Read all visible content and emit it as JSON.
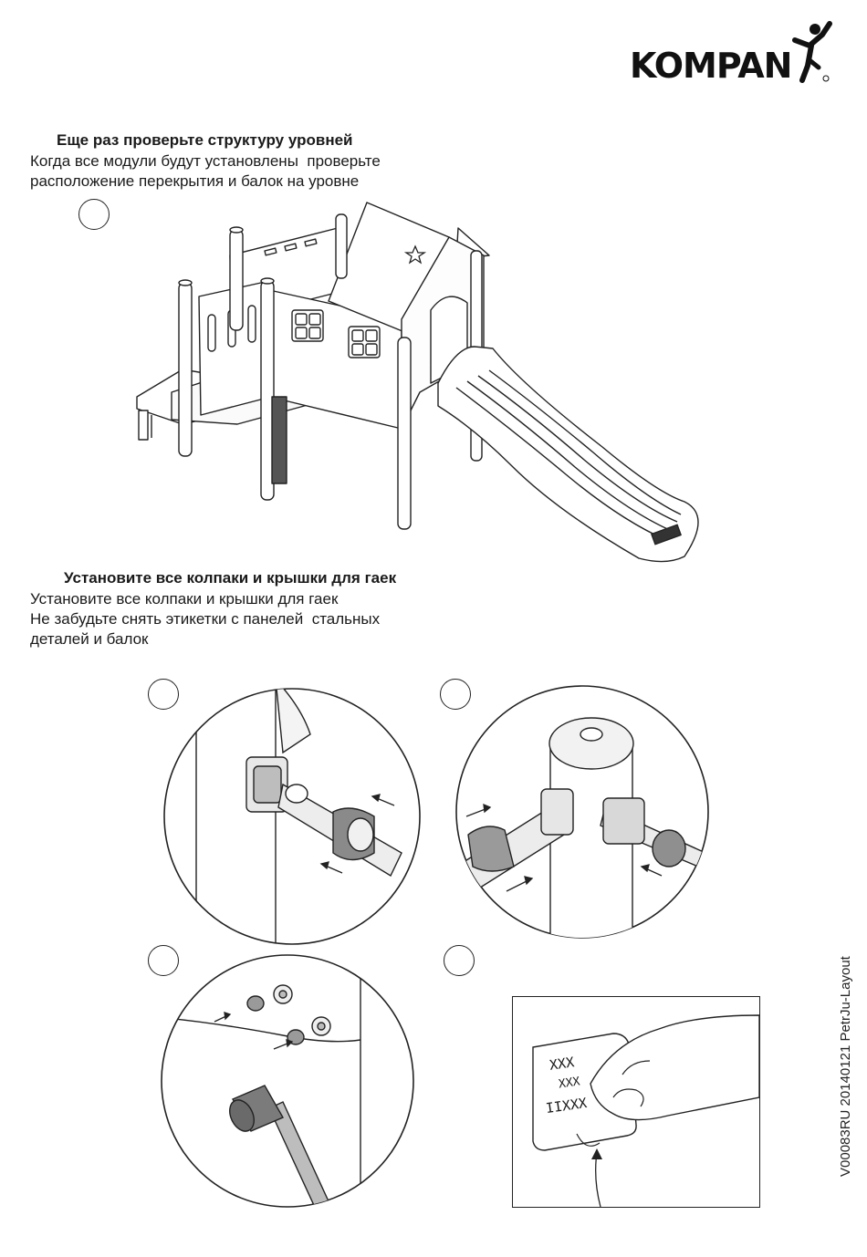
{
  "brand": {
    "name": "KOMPAN"
  },
  "section1": {
    "heading": "Еще раз проверьте структуру уровней",
    "line1": "Когда все модули будут установлены  проверьте",
    "line2": "расположение перекрытия и балок на уровне"
  },
  "section2": {
    "heading": "Установите все колпаки и крышки для гаек",
    "line1": "Установите все колпаки и крышки для гаек",
    "line2": "Не забудьте снять этикетки с панелей  стальных",
    "line3": "деталей и балок"
  },
  "label_sticker": {
    "row1": "XXX",
    "row2": "XXX",
    "row3": "IIXXX"
  },
  "doc_code": "V00083RU  20140121  PetrJu-Layout",
  "icons": [
    "kompan-logo-figure-icon",
    "star-icon",
    "hammer-icon",
    "arrow-icon"
  ]
}
